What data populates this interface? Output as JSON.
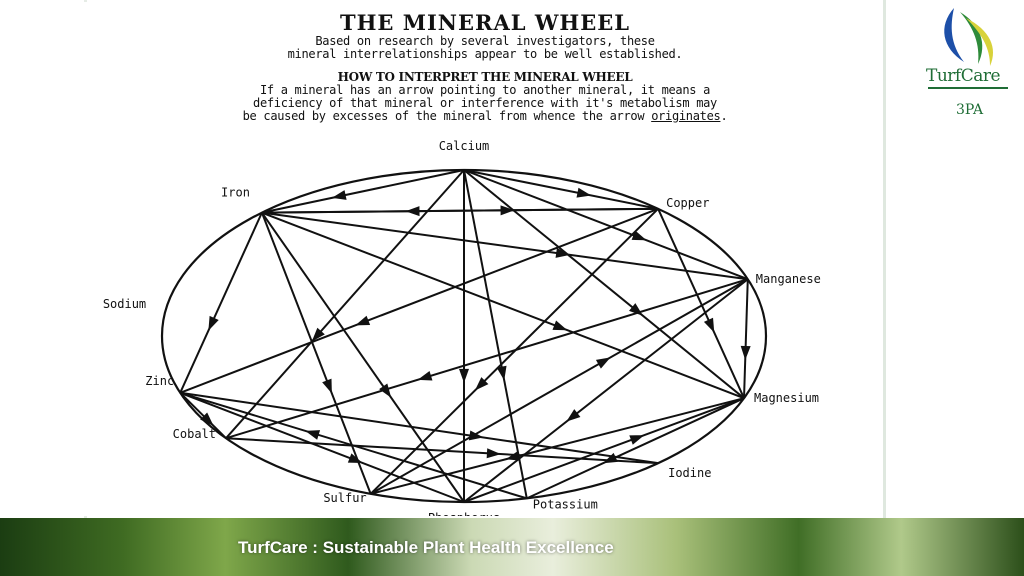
{
  "title": "THE MINERAL WHEEL",
  "subtitle_line1": "Based on research by several investigators, these",
  "subtitle_line2": "mineral interrelationships appear to be well established.",
  "howto_heading": "HOW TO  INTERPRET THE MINERAL WHEEL",
  "explain_line1": "If a mineral has an arrow pointing to another mineral, it means a",
  "explain_line2": "deficiency of that mineral or interference with it's metabolism may",
  "explain_line3_prefix": "be caused by excesses of the mineral from whence the arrow ",
  "explain_line3_emphasis": "originates",
  "explain_line3_suffix": ".",
  "minerals": [
    "Calcium",
    "Copper",
    "Manganese",
    "Magnesium",
    "Iodine",
    "Potassium",
    "Phosphorus",
    "Sulfur",
    "Cobalt",
    "Zinc",
    "Sodium",
    "Iron"
  ],
  "relationships": [
    {
      "from": "Iron",
      "to": "Copper"
    },
    {
      "from": "Iron",
      "to": "Manganese"
    },
    {
      "from": "Iron",
      "to": "Sulfur"
    },
    {
      "from": "Iron",
      "to": "Phosphorus"
    },
    {
      "from": "Iron",
      "to": "Zinc"
    },
    {
      "from": "Iron",
      "to": "Magnesium"
    },
    {
      "from": "Calcium",
      "to": "Iron"
    },
    {
      "from": "Calcium",
      "to": "Copper"
    },
    {
      "from": "Calcium",
      "to": "Phosphorus"
    },
    {
      "from": "Calcium",
      "to": "Potassium"
    },
    {
      "from": "Calcium",
      "to": "Cobalt"
    },
    {
      "from": "Calcium",
      "to": "Manganese"
    },
    {
      "from": "Calcium",
      "to": "Magnesium"
    },
    {
      "from": "Copper",
      "to": "Zinc"
    },
    {
      "from": "Copper",
      "to": "Sulfur"
    },
    {
      "from": "Copper",
      "to": "Iron"
    },
    {
      "from": "Copper",
      "to": "Magnesium"
    },
    {
      "from": "Manganese",
      "to": "Phosphorus"
    },
    {
      "from": "Manganese",
      "to": "Magnesium"
    },
    {
      "from": "Manganese",
      "to": "Cobalt"
    },
    {
      "from": "Zinc",
      "to": "Cobalt"
    },
    {
      "from": "Zinc",
      "to": "Phosphorus"
    },
    {
      "from": "Zinc",
      "to": "Iodine"
    },
    {
      "from": "Magnesium",
      "to": "Sulfur"
    },
    {
      "from": "Magnesium",
      "to": "Potassium"
    },
    {
      "from": "Cobalt",
      "to": "Iodine"
    },
    {
      "from": "Sulfur",
      "to": "Manganese"
    },
    {
      "from": "Phosphorus",
      "to": "Magnesium"
    },
    {
      "from": "Potassium",
      "to": "Zinc"
    }
  ],
  "logo": {
    "name": "TurfCare",
    "sub": "3PA",
    "colors": {
      "blue": "#1d4fa8",
      "green": "#2e8b3a",
      "yellow": "#d8d23a",
      "text": "#1f6d36"
    }
  },
  "footer_text": "TurfCare : Sustainable Plant Health Excellence"
}
